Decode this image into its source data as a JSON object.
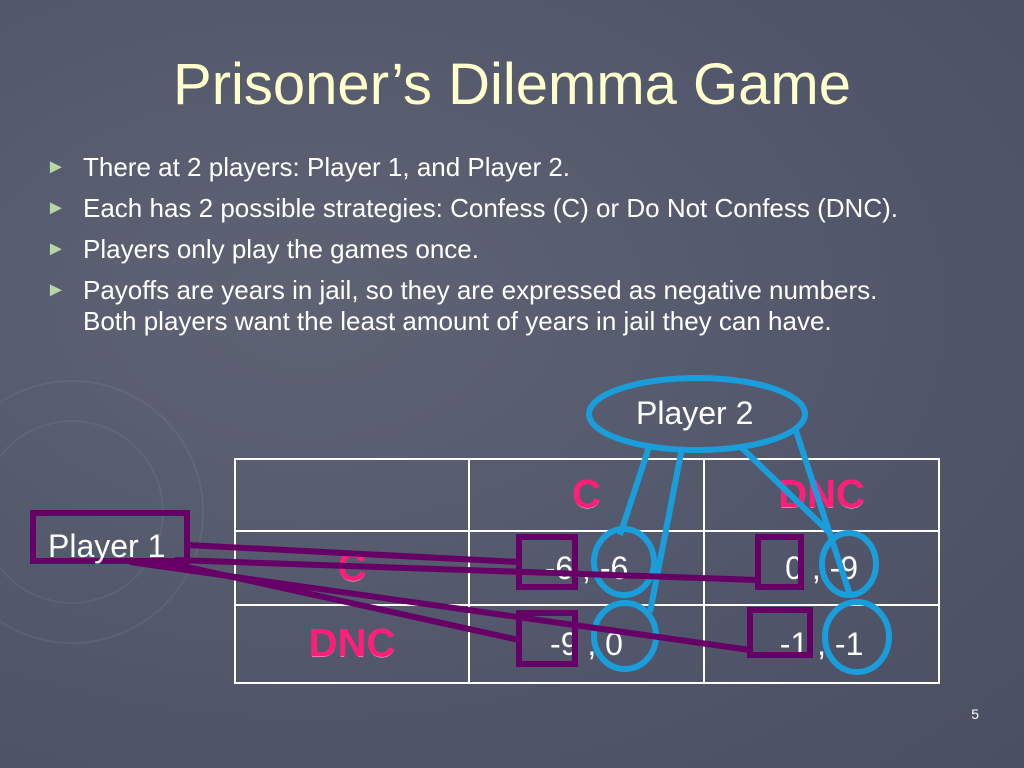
{
  "slide": {
    "title": "Prisoner’s Dilemma Game",
    "bullet_marker": "►",
    "bullets": [
      "There at 2 players: Player 1, and Player 2.",
      "Each has 2 possible strategies: Confess (C) or Do Not Confess (DNC).",
      "Players only play the games once.",
      "Payoffs are years in jail, so they are expressed as negative numbers.  Both players want the least amount of years in jail they can have."
    ],
    "player1_label": "Player 1",
    "player2_label": "Player 2",
    "page_number": "5"
  },
  "payoff_table": {
    "column_headers": [
      "C",
      "DNC"
    ],
    "row_headers": [
      "C",
      "DNC"
    ],
    "cells": [
      [
        {
          "p1": "-6",
          "sep": ",",
          "p2": "-6"
        },
        {
          "p1": "0",
          "sep": ",",
          "p2": "-9"
        }
      ],
      [
        {
          "p1": "-9",
          "sep": ",",
          "p2": "0"
        },
        {
          "p1": "-1",
          "sep": ",",
          "p2": "-1"
        }
      ]
    ]
  },
  "colors": {
    "background": "#555a6a",
    "title": "#ffffcc",
    "bullet_arrow": "#b8d7a6",
    "highlight_text": "#ff1e78",
    "player1_box": "#660066",
    "player2_circle": "#1a9edb"
  }
}
